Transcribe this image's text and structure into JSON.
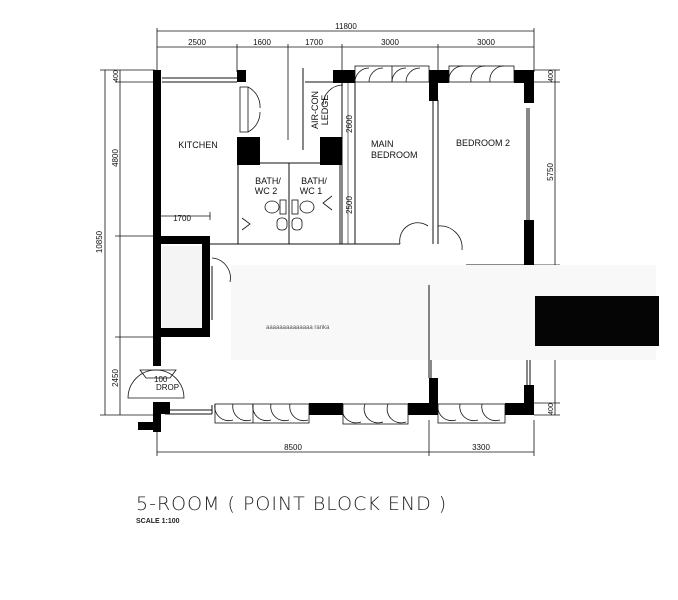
{
  "plan": {
    "title": "5-ROOM ( POINT BLOCK END )",
    "scale": "SCALE   1:100",
    "rooms": {
      "kitchen": "KITCHEN",
      "bath2_l1": "BATH/",
      "bath2_l2": "WC 2",
      "bath1_l1": "BATH/",
      "bath1_l2": "WC 1",
      "aircon_l1": "AIR-CON",
      "aircon_l2": "LEDGE",
      "main_l1": "MAIN",
      "main_l2": "BEDROOM",
      "bed2": "BEDROOM 2",
      "drop_l1": "100",
      "drop_l2": "DROP",
      "living": "aaaaaaaaaaaaaa ranka"
    },
    "dimensions": {
      "top_total": "11800",
      "top_1": "2500",
      "top_2": "1600",
      "top_3": "1700",
      "top_4": "3000",
      "top_5": "3000",
      "left_total": "10850",
      "left_400": "400",
      "left_4800": "4800",
      "left_2450": "2450",
      "inner_1700": "1700",
      "ml_2600": "2600",
      "ml_2500": "2500",
      "right_400_top": "400",
      "right_5750": "5750",
      "right_400_bot": "400",
      "bottom_8500": "8500",
      "bottom_3300": "3300"
    }
  }
}
